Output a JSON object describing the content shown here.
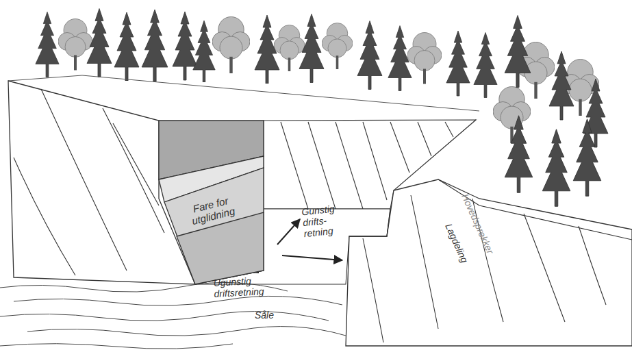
{
  "diagram": {
    "nodes": [
      {
        "text": [
          "Fare for utglidning"
        ]
      }
    ],
    "labels": [
      "Gunstig drifts- retning",
      "Ugunstig driftsretning",
      "Såle",
      "Hovedsprekker",
      "Lagdeling"
    ]
  }
}
